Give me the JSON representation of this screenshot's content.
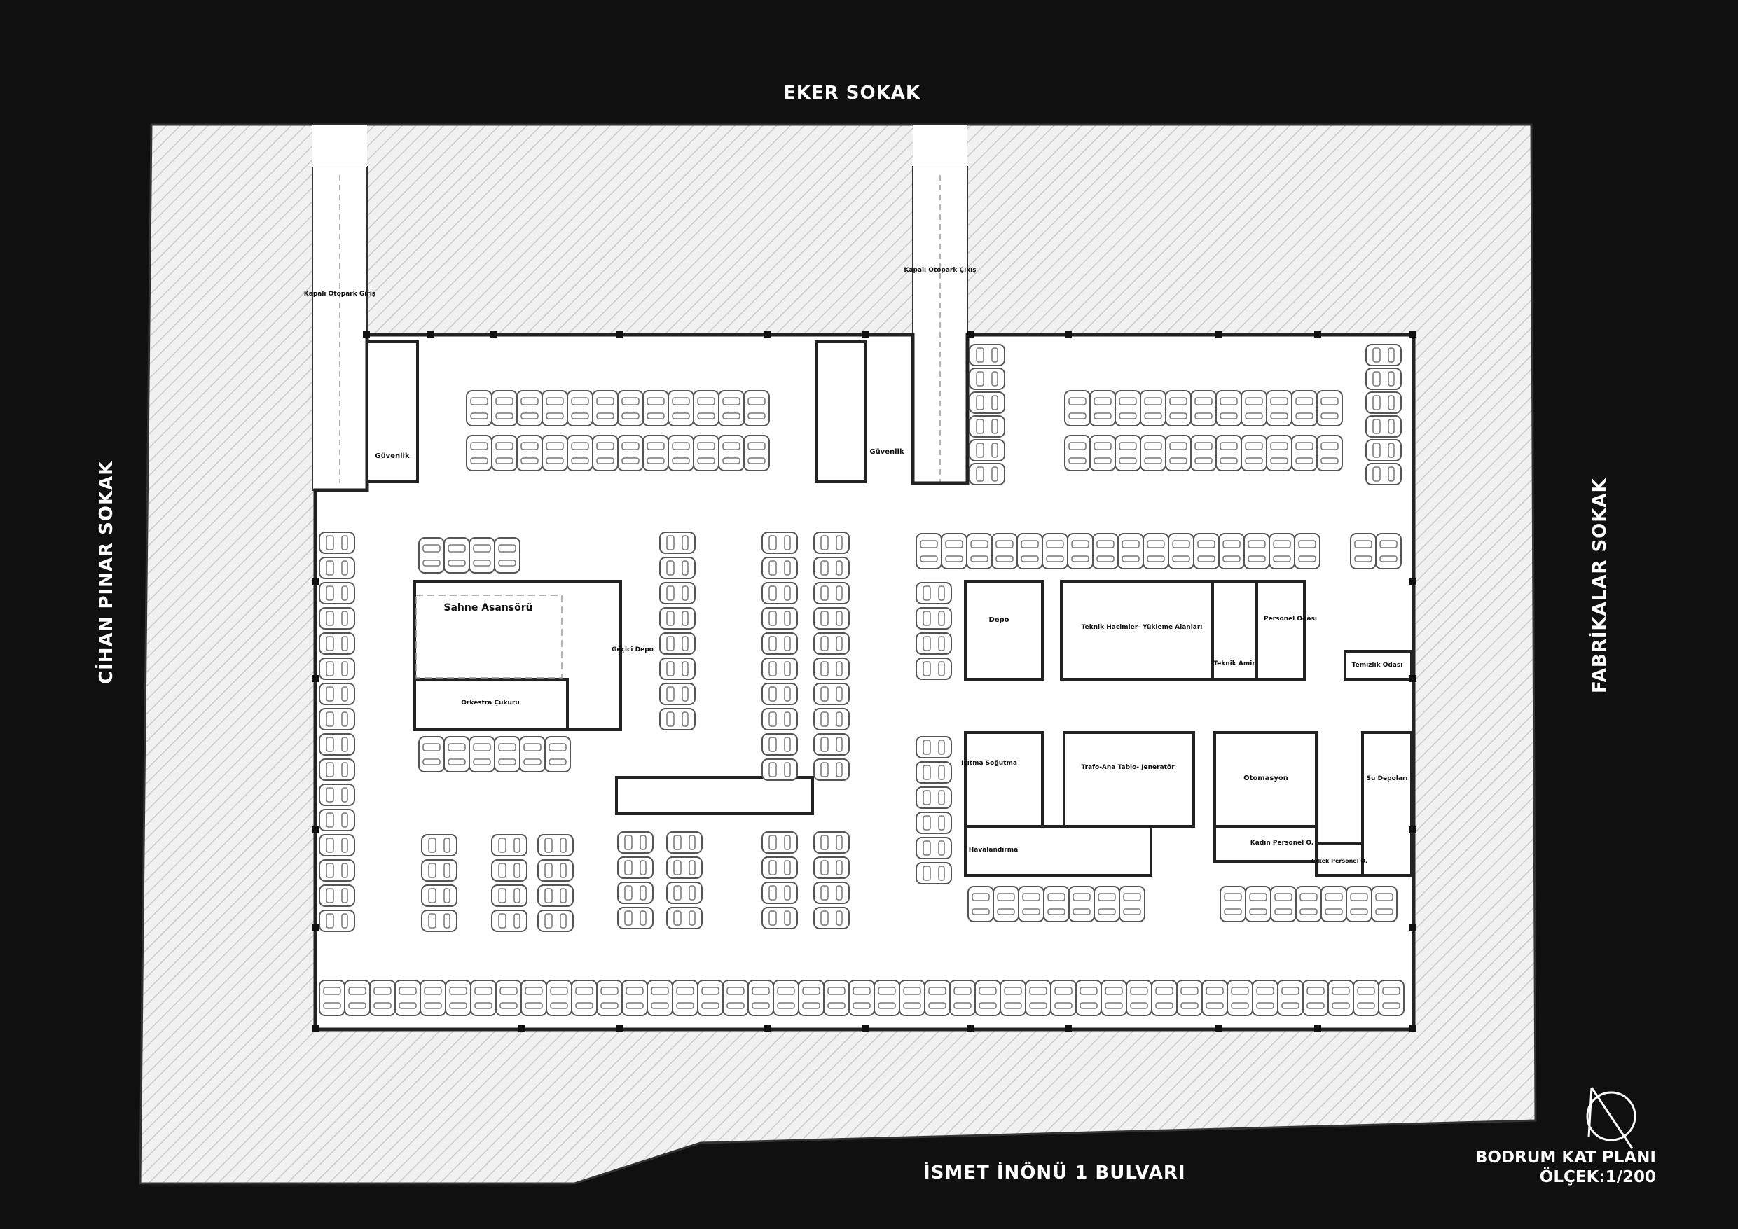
{
  "streets": {
    "north": "EKER SOKAK",
    "south": "İSMET İNÖNÜ 1 BULVARI",
    "west": "CİHAN PINAR SOKAK",
    "east": "FABRİKALAR SOKAK"
  },
  "title": {
    "line1": "BODRUM KAT PLANI",
    "line2": "ÖLÇEK:1/200"
  },
  "rooms": {
    "entrance_ramp": "Kapalı Otopark Giriş",
    "exit_ramp": "Kapalı Otopark Çıkış",
    "security_1": "Güvenlik",
    "security_2": "Güvenlik",
    "stage_lift": "Sahne Asansörü",
    "orchestra_pit": "Orkestra Çukuru",
    "temp_storage": "Geçici Depo",
    "storage": "Depo",
    "technical_loading": "Teknik Hacimler- Yükleme Alanları",
    "staff_room": "Personel Odası",
    "tech_chief": "Teknik Amir",
    "cleaning_room": "Temizlik Odası",
    "heating_cooling": "Isıtma Soğutma",
    "transformer": "Trafo-Ana Tablo- Jeneratör",
    "automation": "Otomasyon",
    "water_tanks": "Su Depoları",
    "ventilation": "Havalandırma",
    "female_staff": "Kadın Personel O.",
    "male_staff": "Erkek Personel O."
  },
  "colors": {
    "background": "#101010",
    "plot": "#f1f1f1",
    "hatch": "#c9c9c9",
    "floor": "#ffffff",
    "wall": "#222222",
    "text": "#ffffff"
  }
}
